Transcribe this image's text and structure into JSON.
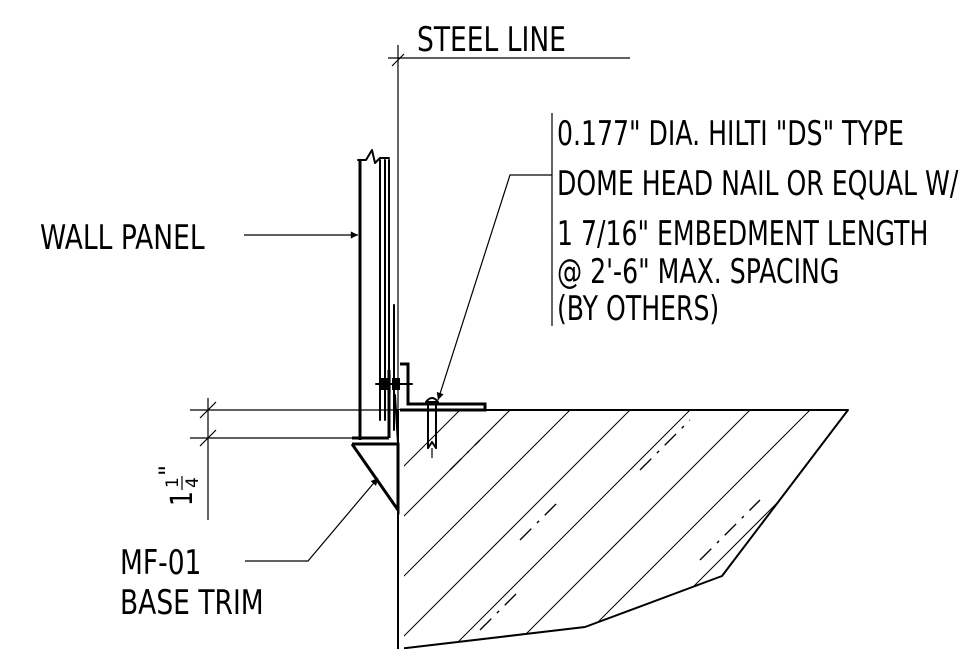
{
  "labels": {
    "steel_line": "STEEL LINE",
    "wall_panel": "WALL PANEL",
    "fastener_lines": [
      "0.177\" DIA. HILTI \"DS\" TYPE",
      "DOME HEAD NAIL OR EQUAL W/",
      "1 7/16\" EMBEDMENT LENGTH",
      "@ 2'-6\" MAX. SPACING",
      "(BY OTHERS)"
    ],
    "base_trim_line1": "MF-01",
    "base_trim_line2": "BASE TRIM",
    "dimension_whole": "1",
    "dimension_num": "1",
    "dimension_den": "4",
    "dimension_inch": "\""
  }
}
